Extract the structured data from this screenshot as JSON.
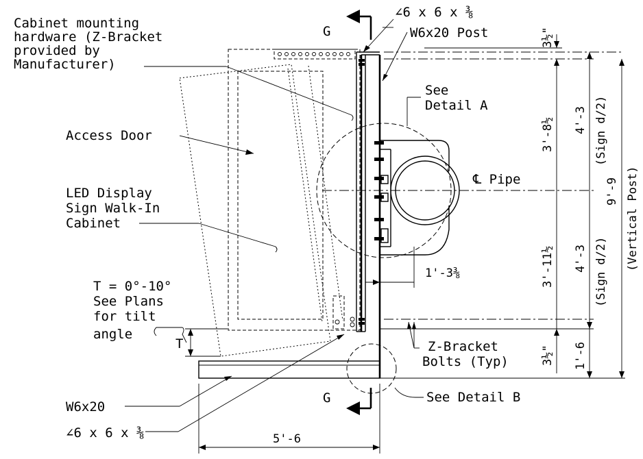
{
  "labels": {
    "cabinet_hw_1": "Cabinet mounting",
    "cabinet_hw_2": "hardware (Z-Bracket",
    "cabinet_hw_3": "provided by",
    "cabinet_hw_4": "Manufacturer)",
    "access_door": "Access Door",
    "led_1": "LED Display",
    "led_2": "Sign Walk-In",
    "led_3": "Cabinet",
    "tilt_1": "T = 0°-10°",
    "tilt_2": "See Plans",
    "tilt_3": "for tilt",
    "tilt_4": "angle",
    "tilt_t": "T",
    "w6x20_left": "W6x20",
    "angle_bottom": "∠6 x 6 x ⅜",
    "angle_top": "∠6 x 6 x ⅜",
    "post": "W6x20 Post",
    "see_detail_a_1": "See",
    "see_detail_a_2": "Detail A",
    "pipe_cl": "℄ Pipe",
    "zbracket_1": "Z-Bracket",
    "zbracket_2": "Bolts (Typ)",
    "see_detail_b": "See Detail B",
    "section_mark_top": "G",
    "section_mark_bottom": "G"
  },
  "dimensions": {
    "top_offset": "3½\"",
    "upper_half": "3'-8½",
    "upper_sign": "4'-3",
    "upper_sign_note": "(Sign d/2)",
    "total": "9'-9",
    "total_note": "(Vertical Post)",
    "lower_half": "3'-11½",
    "lower_sign": "4'-3",
    "lower_sign_note": "(Sign d/2)",
    "bottom_offset": "3½\"",
    "base_height": "1'-6",
    "pipe_offset": "1'-3⅜",
    "base_width": "5'-6"
  }
}
